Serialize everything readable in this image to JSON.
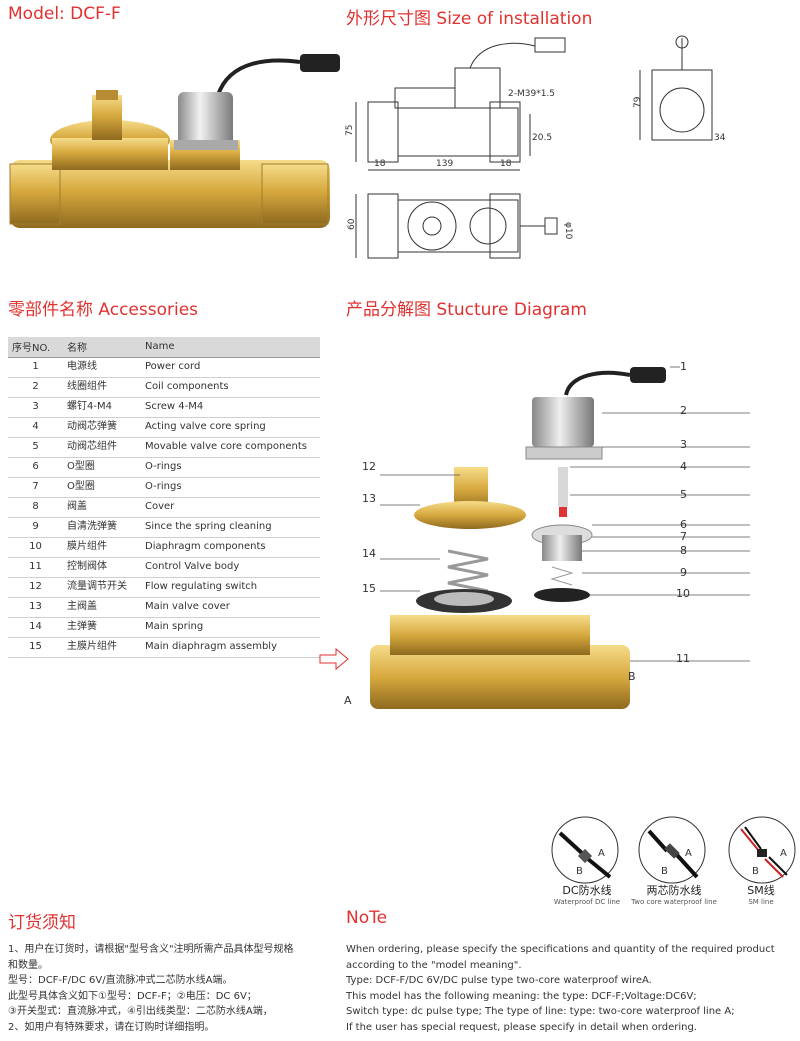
{
  "headers": {
    "model": "Model: DCF-F",
    "size": "外形尺寸图 Size of installation",
    "accessories": "零部件名称 Accessories",
    "structure": "产品分解图 Stucture Diagram",
    "order": "订货须知",
    "note": "NoTe"
  },
  "dimensions": {
    "d75": "75",
    "d2m39": "2-M39*1.5",
    "d205": "20.5",
    "d18a": "18",
    "d139": "139",
    "d18b": "18",
    "d79": "79",
    "d34": "34",
    "d60": "60",
    "d10": "φ10"
  },
  "table": {
    "header": [
      "序号NO.",
      "名称",
      "Name"
    ],
    "rows": [
      [
        "1",
        "电源线",
        "Power cord"
      ],
      [
        "2",
        "线圈组件",
        "Coil components"
      ],
      [
        "3",
        "螺钉4-M4",
        "Screw 4-M4"
      ],
      [
        "4",
        "动阀芯弹簧",
        "Acting valve core spring"
      ],
      [
        "5",
        "动阀芯组件",
        "Movable valve core components"
      ],
      [
        "6",
        "O型圈",
        "O-rings"
      ],
      [
        "7",
        "O型圈",
        "O-rings"
      ],
      [
        "8",
        "阀盖",
        "Cover"
      ],
      [
        "9",
        "自清洗弹簧",
        "Since the spring cleaning"
      ],
      [
        "10",
        "膜片组件",
        "Diaphragm components"
      ],
      [
        "11",
        "控制阀体",
        "Control Valve body"
      ],
      [
        "12",
        "流量调节开关",
        "Flow regulating switch"
      ],
      [
        "13",
        "主阀盖",
        "Main valve cover"
      ],
      [
        "14",
        "主弹簧",
        "Main spring"
      ],
      [
        "15",
        "主膜片组件",
        "Main diaphragm assembly"
      ]
    ]
  },
  "diagram_labels": {
    "n1": "1",
    "n2": "2",
    "n3": "3",
    "n4": "4",
    "n5": "5",
    "n6": "6",
    "n7": "7",
    "n8": "8",
    "n9": "9",
    "n10": "10",
    "n11": "11",
    "n12": "12",
    "n13": "13",
    "n14": "14",
    "n15": "15",
    "a": "A",
    "b": "B"
  },
  "wire_types": [
    {
      "cn": "DC防水线",
      "en": "Waterproof  DC line",
      "a": "A",
      "b": "B"
    },
    {
      "cn": "两芯防水线",
      "en": "Two core waterproof line",
      "a": "A",
      "b": "B"
    },
    {
      "cn": "SM线",
      "en": "SM line",
      "a": "A",
      "b": "B"
    }
  ],
  "order_text": [
    "1、用户在订货时，请根据\"型号含义\"注明所需产品具体型号规格",
    "和数量。",
    "型号：DCF-F/DC 6V/直流脉冲式二芯防水线A端。",
    "此型号具体含义如下①型号：DCF-F；②电压：DC 6V；",
    "③开关型式：直流脉冲式，④引出线类型：二芯防水线A端，",
    "2、如用户有特殊要求，请在订购时详细指明。"
  ],
  "note_text": [
    "When ordering, please specify the specifications and quantity  of the required product",
    "according to the \"model meaning\".",
    "Type: DCF-F/DC 6V/DC pulse type two-core waterproof wireA.",
    "This model has the following meaning: the type: DCF-F;Voltage:DC6V;",
    "Switch type: dc pulse type; The type of line: type: two-core waterproof line A;",
    "If the user has special request, please specify in detail when ordering."
  ],
  "colors": {
    "accent": "#e0312f",
    "brass": "#d4a84a",
    "line": "#333333"
  }
}
